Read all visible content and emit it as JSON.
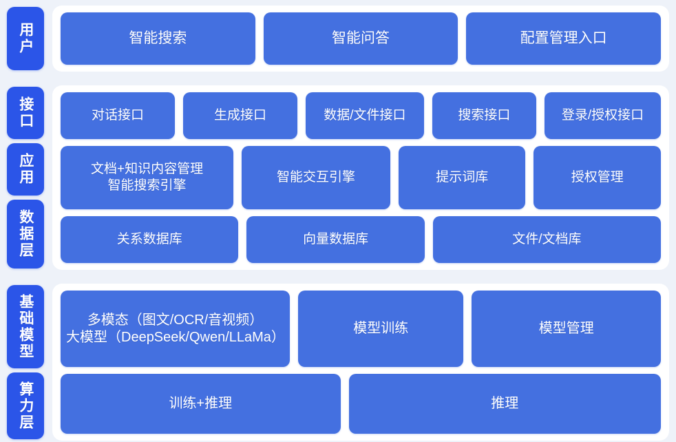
{
  "theme": {
    "page_background": "#eef2f9",
    "panel_background": "#ffffff",
    "box_color": "#4470e0",
    "rail_pill_color": "#2b55e8",
    "text_color": "#ffffff"
  },
  "bands": [
    {
      "id": "user",
      "rail": [
        {
          "label": "用户"
        }
      ],
      "rows": [
        {
          "boxes": [
            {
              "label": "智能搜索",
              "flex": 1
            },
            {
              "label": "智能问答",
              "flex": 1
            },
            {
              "label": "配置管理入口",
              "flex": 1
            }
          ]
        }
      ]
    },
    {
      "id": "middle",
      "rail": [
        {
          "label": "接口"
        },
        {
          "label": "应用"
        },
        {
          "label": "数据层"
        }
      ],
      "rows": [
        {
          "boxes": [
            {
              "label": "对话接口",
              "flex": 1.02
            },
            {
              "label": "生成接口",
              "flex": 1.02
            },
            {
              "label": "数据/文件接口",
              "flex": 1.06
            },
            {
              "label": "搜索接口",
              "flex": 0.92
            },
            {
              "label": "登录/授权接口",
              "flex": 1.04
            }
          ]
        },
        {
          "boxes": [
            {
              "label": "文档+知识内容管理\n智能搜索引擎",
              "two_line": true,
              "flex": 1.2
            },
            {
              "label": "智能交互引擎",
              "flex": 1.02
            },
            {
              "label": "提示词库",
              "flex": 0.86
            },
            {
              "label": "授权管理",
              "flex": 0.86
            }
          ]
        },
        {
          "boxes": [
            {
              "label": "关系数据库",
              "flex": 1
            },
            {
              "label": "向量数据库",
              "flex": 1
            },
            {
              "label": "文件/文档库",
              "flex": 1.3
            }
          ]
        }
      ]
    },
    {
      "id": "infrastructure",
      "rail": [
        {
          "label": "基础模型"
        },
        {
          "label": "算力层"
        }
      ],
      "rows": [
        {
          "boxes": [
            {
              "label": "多模态（图文/OCR/音视频）\n大模型（DeepSeek/Qwen/LLaMa）",
              "two_line": true,
              "flex": 1.3
            },
            {
              "label": "模型训练",
              "flex": 0.92
            },
            {
              "label": "模型管理",
              "flex": 1.06
            }
          ]
        },
        {
          "boxes": [
            {
              "label": "训练+推理",
              "flex": 1
            },
            {
              "label": "推理",
              "flex": 1.12
            }
          ]
        }
      ]
    }
  ]
}
